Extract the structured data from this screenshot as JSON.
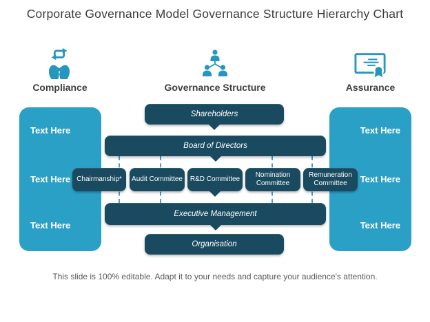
{
  "title": "Corporate Governance Model Governance Structure Hierarchy Chart",
  "sections": [
    {
      "label": "Compliance",
      "icon": "hands-sync-icon"
    },
    {
      "label": "Governance Structure",
      "icon": "org-chart-icon"
    },
    {
      "label": "Assurance",
      "icon": "certificate-icon"
    }
  ],
  "left_panel": {
    "items": [
      "Text Here",
      "Text Here",
      "Text Here"
    ]
  },
  "right_panel": {
    "items": [
      "Text Here",
      "Text Here",
      "Text Here"
    ]
  },
  "hierarchy": {
    "shareholders": "Shareholders",
    "board": "Board of Directors",
    "committees": [
      "Chairmanship*",
      "Audit Committee",
      "R&D Committee",
      "Nomination Committee",
      "Remuneration Committee"
    ],
    "executive": "Executive Management",
    "organisation": "Organisation"
  },
  "footer": "This slide is 100% editable. Adapt it to your needs and capture your audience's attention.",
  "colors": {
    "dark_box": "#1a4a60",
    "light_panel": "#2ba0c7",
    "icon_blue": "#2596be",
    "dashed_line": "#4d9ec4",
    "title_text": "#3a3a3a",
    "footer_text": "#595959"
  }
}
